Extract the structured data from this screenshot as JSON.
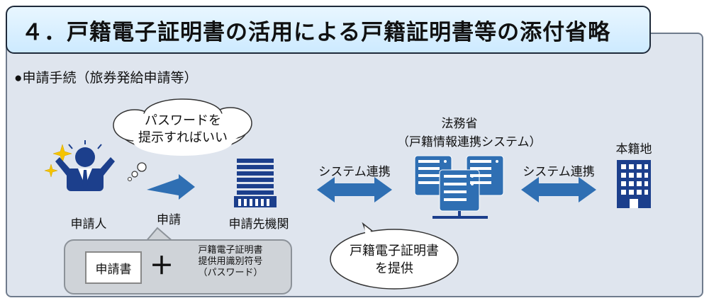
{
  "title": "４．戸籍電子証明書の活用による戸籍証明書等の添付省略",
  "subheading": "●申請手続（旅券発給申請等）",
  "nodes": {
    "applicant": "申請人",
    "apply_arrow": "申請",
    "agency": "申請先機関",
    "ministry_line1": "法務省",
    "ministry_line2": "（戸籍情報連携システム）",
    "honseki": "本籍地"
  },
  "links": {
    "left": "システム連携",
    "right": "システム連携"
  },
  "callouts": {
    "password_line1": "パスワードを",
    "password_line2": "提示すればいい",
    "provide_line1": "戸籍電子証明書",
    "provide_line2": "を提供"
  },
  "attachment": {
    "doc": "申請書",
    "plus": "＋",
    "id_line1": "戸籍電子証明書",
    "id_line2": "提供用識別符号",
    "id_line3": "（パスワード）"
  },
  "colors": {
    "accent": "#1c3f8c",
    "arrow": "#2f6fb3"
  }
}
